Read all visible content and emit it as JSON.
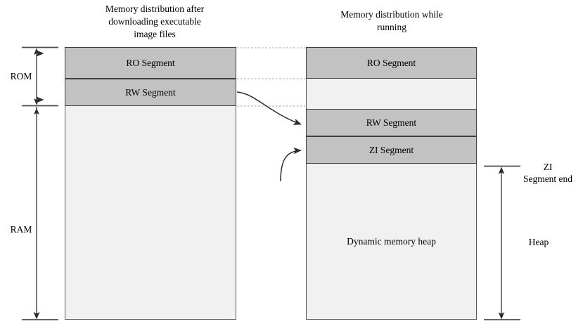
{
  "diagram": {
    "titles": {
      "left": "Memory distribution after\ndownloading executable\nimage files",
      "right": "Memory distribution while\nrunning"
    },
    "left_column": {
      "segments": [
        {
          "label": "RO Segment",
          "kind": "filled"
        },
        {
          "label": "RW Segment",
          "kind": "filled"
        },
        {
          "label": "",
          "kind": "empty"
        }
      ]
    },
    "right_column": {
      "segments": [
        {
          "label": "RO Segment",
          "kind": "filled"
        },
        {
          "label": "",
          "kind": "empty"
        },
        {
          "label": "RW Segment",
          "kind": "filled"
        },
        {
          "label": "ZI Segment",
          "kind": "filled"
        },
        {
          "label": "Dynamic memory heap",
          "kind": "empty"
        }
      ]
    },
    "left_axis": {
      "rom_label": "ROM",
      "ram_label": "RAM"
    },
    "right_axis": {
      "zi_end_label": "ZI\nSegment end",
      "heap_label": "Heap"
    },
    "colors": {
      "segment_fill": "#c2c2c2",
      "empty_fill": "#f1f1f1",
      "segment_border": "#3f3f3f",
      "box_border": "#595959",
      "line": "#4d4d4d",
      "dotted": "#b3b3b3",
      "text": "#000000"
    }
  }
}
